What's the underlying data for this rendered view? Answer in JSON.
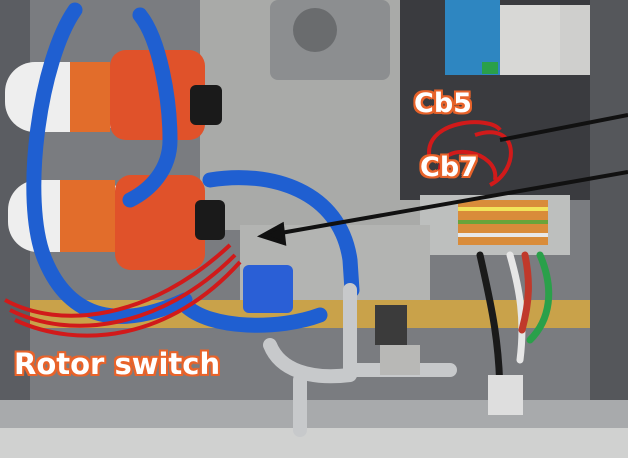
{
  "photo": {
    "description_labels": {
      "cb5": "Cb5",
      "cb7": "Cb7",
      "rotor_switch": "Rotor switch"
    },
    "colors": {
      "label_fill": "#ffffff",
      "label_outline": "#e8632a",
      "hose_blue": "#1f5fd1",
      "pump_orange": "#e0522a",
      "wire_red": "#d11a1a",
      "arrow_black": "#111111"
    }
  }
}
